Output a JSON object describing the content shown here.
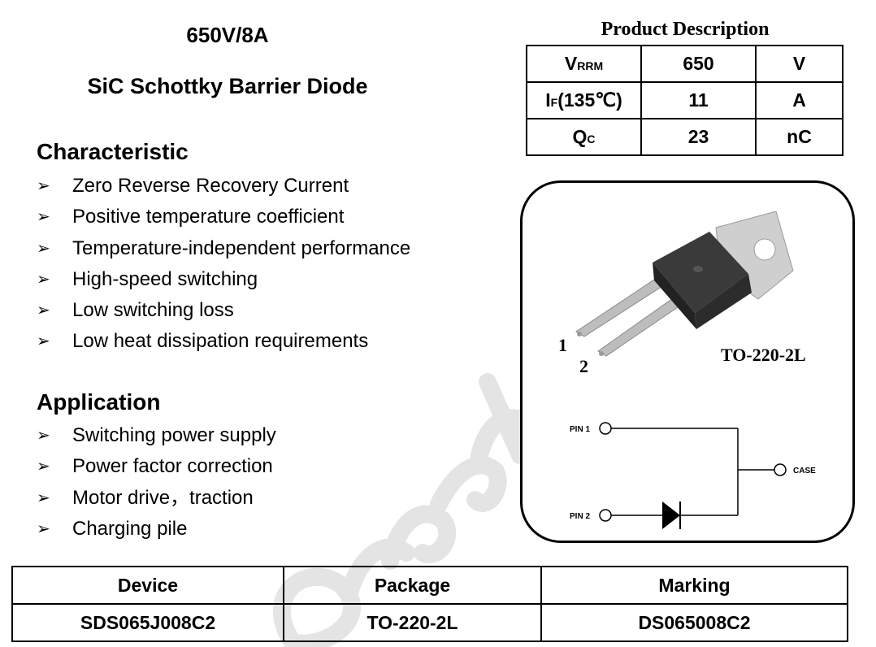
{
  "header": {
    "rating": "650V/8A",
    "product_name": "SiC Schottky Barrier Diode"
  },
  "characteristic": {
    "title": "Characteristic",
    "items": [
      "Zero Reverse Recovery Current",
      "Positive temperature coefficient",
      "Temperature-independent performance",
      "High-speed switching",
      "Low switching loss",
      "Low heat dissipation requirements"
    ]
  },
  "application": {
    "title": "Application",
    "items": [
      "Switching power supply",
      "Power factor correction",
      "Motor drive，traction",
      "Charging pile"
    ]
  },
  "bullet_glyph": "➢",
  "product_description": {
    "title": "Product Description",
    "rows": [
      {
        "symbol": "V",
        "subscript": "RRM",
        "suffix": "",
        "value": "650",
        "unit": "V"
      },
      {
        "symbol": "I",
        "subscript": "F",
        "suffix": "(135℃)",
        "value": "11",
        "unit": "A"
      },
      {
        "symbol": "Q",
        "subscript": "C",
        "suffix": "",
        "value": "23",
        "unit": "nC"
      }
    ]
  },
  "package_panel": {
    "package_label": "TO-220-2L",
    "pin_numbers": [
      "1",
      "2"
    ],
    "schematic": {
      "pin1": "PIN 1",
      "pin2": "PIN 2",
      "case": "CASE"
    }
  },
  "device_table": {
    "headers": [
      "Device",
      "Package",
      "Marking"
    ],
    "row": [
      "SDS065J008C2",
      "TO-220-2L",
      "DS065008C2"
    ]
  },
  "colors": {
    "text": "#000000",
    "package_body": "#3a3a3a",
    "tab": "#cfcfcf",
    "leads": "#bdbdbd",
    "watermark": "#d8d8d8"
  }
}
